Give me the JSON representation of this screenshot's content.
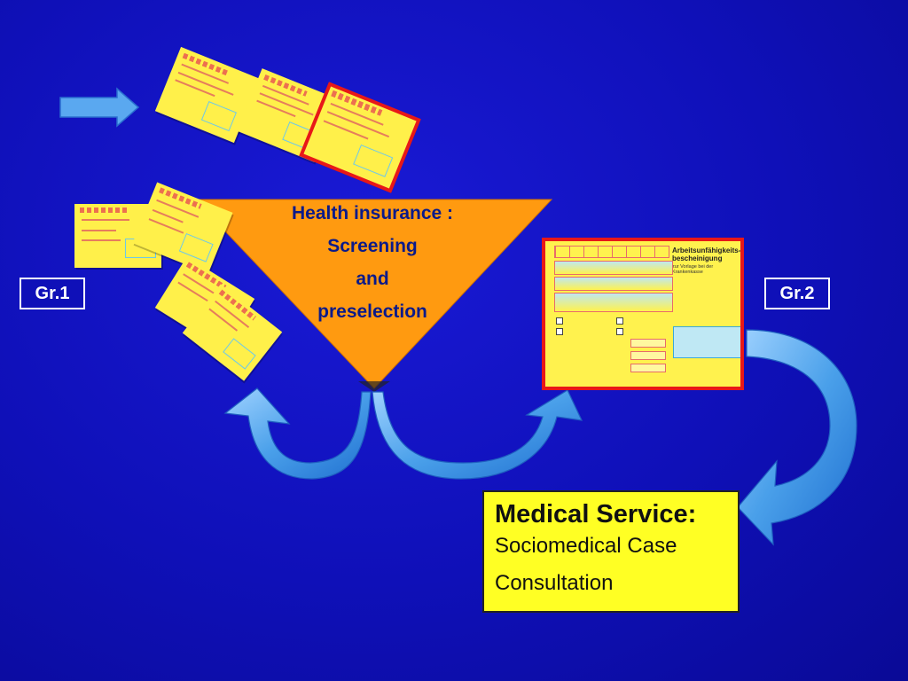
{
  "groups": {
    "left": "Gr.1",
    "right": "Gr.2"
  },
  "funnel": {
    "line1": "Health insurance :",
    "line2": "Screening",
    "line3": "and",
    "line4": "preselection"
  },
  "medical_service": {
    "title": "Medical Service:",
    "line1": "Sociomedical Case",
    "line2": "Consultation"
  },
  "certificate": {
    "title": "Arbeitsunfähigkeits-bescheinigung",
    "subtitle": "zur Vorlage bei der Krankenkasse"
  },
  "colors": {
    "background": "#0f10b8",
    "funnel": "#ff9a10",
    "arrow": "#4aa0ea",
    "form": "#fff04a",
    "highlight": "#e81818",
    "service_box": "#ffff24"
  }
}
